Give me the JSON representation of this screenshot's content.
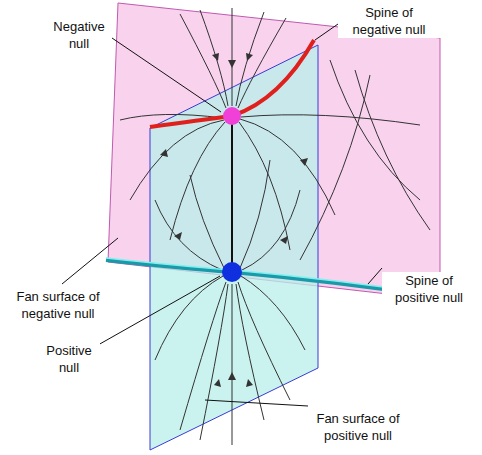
{
  "diagram": {
    "labels": [
      "Negative null",
      "Spine of negative null",
      "Fan surface of negative null",
      "Spine of positive null",
      "Positive null",
      "Fan surface of positive null"
    ]
  }
}
